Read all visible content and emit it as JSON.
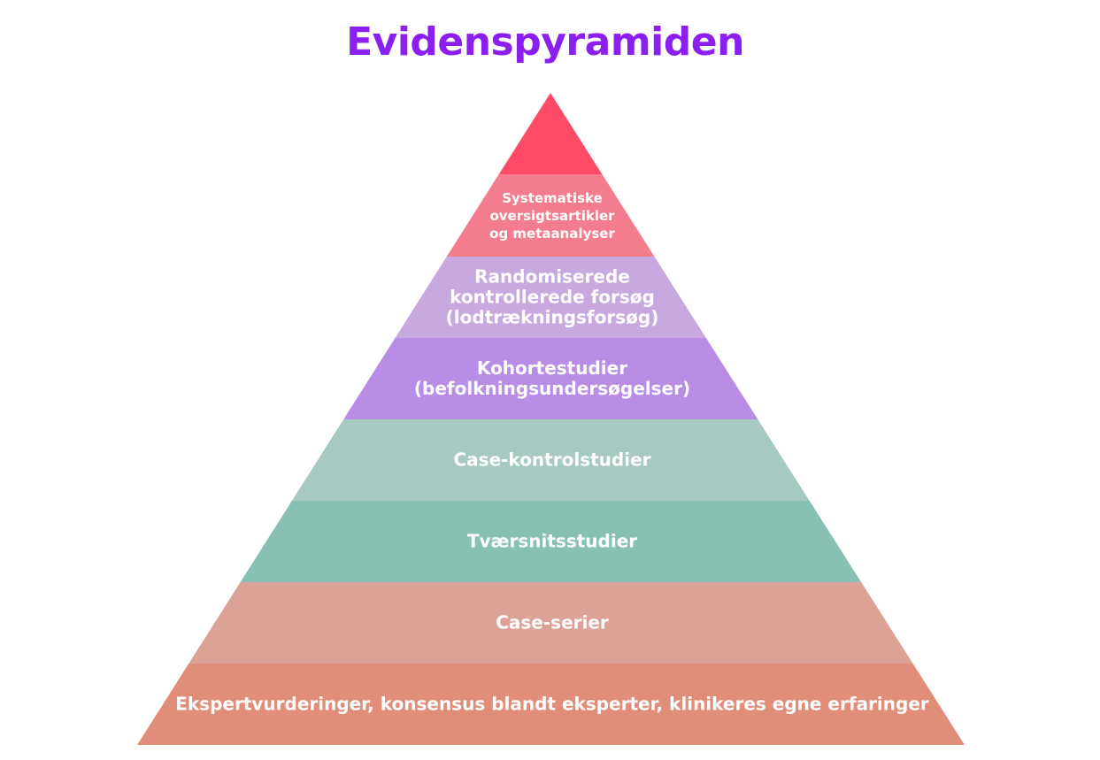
{
  "title": "Evidenspyramiden",
  "layers": [
    {
      "label": "",
      "color": "#ff4b68"
    },
    {
      "label": "Systematiske\noversigtsartikler\nog metaanalyser",
      "color": "#f37d8c"
    },
    {
      "label": "Randomiserede\nkontrollerede forsøg\n(lodtrækningsforsøg)",
      "color": "#c7a9e0"
    },
    {
      "label": "Kohortestudier\n(befolkningsundersøgelser)",
      "color": "#b98de5"
    },
    {
      "label": "Case-kontrolstudier",
      "color": "#a6c9c1"
    },
    {
      "label": "Tværsnitsstudier",
      "color": "#88c1b4"
    },
    {
      "label": "Case-serier",
      "color": "#dda296"
    },
    {
      "label": "Ekspertvurderinger, konsensus blandt eksperter, klinikeres egne erfaringer",
      "color": "#e08d79"
    }
  ]
}
